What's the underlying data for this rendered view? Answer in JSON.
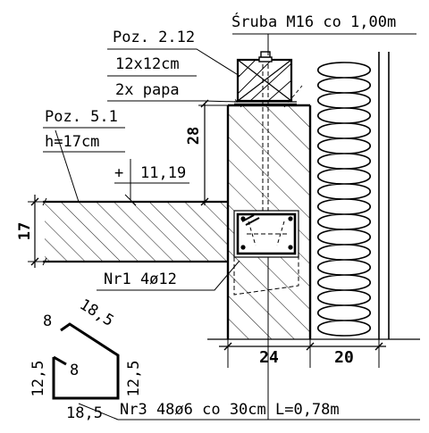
{
  "labels": {
    "screw": "Śruba M16 co 1,00m",
    "poz_212": "Poz. 2.12",
    "section_12x12": "12x12cm",
    "papa": "2x papa",
    "poz_51": "Poz. 5.1",
    "h17": "h=17cm",
    "level_plus": "+",
    "level_value": "11,19",
    "nr1": "Nr1 4ø12",
    "nr3": "Nr3 48ø6 co 30cm L=0,78m"
  },
  "dimensions": {
    "d28": "28",
    "d17": "17",
    "d24": "24",
    "d20": "20"
  },
  "stirrup": {
    "top_hook": "8",
    "diag": "18,5",
    "inner_hook": "8",
    "left": "12,5",
    "right": "12,5",
    "bottom": "18,5"
  }
}
